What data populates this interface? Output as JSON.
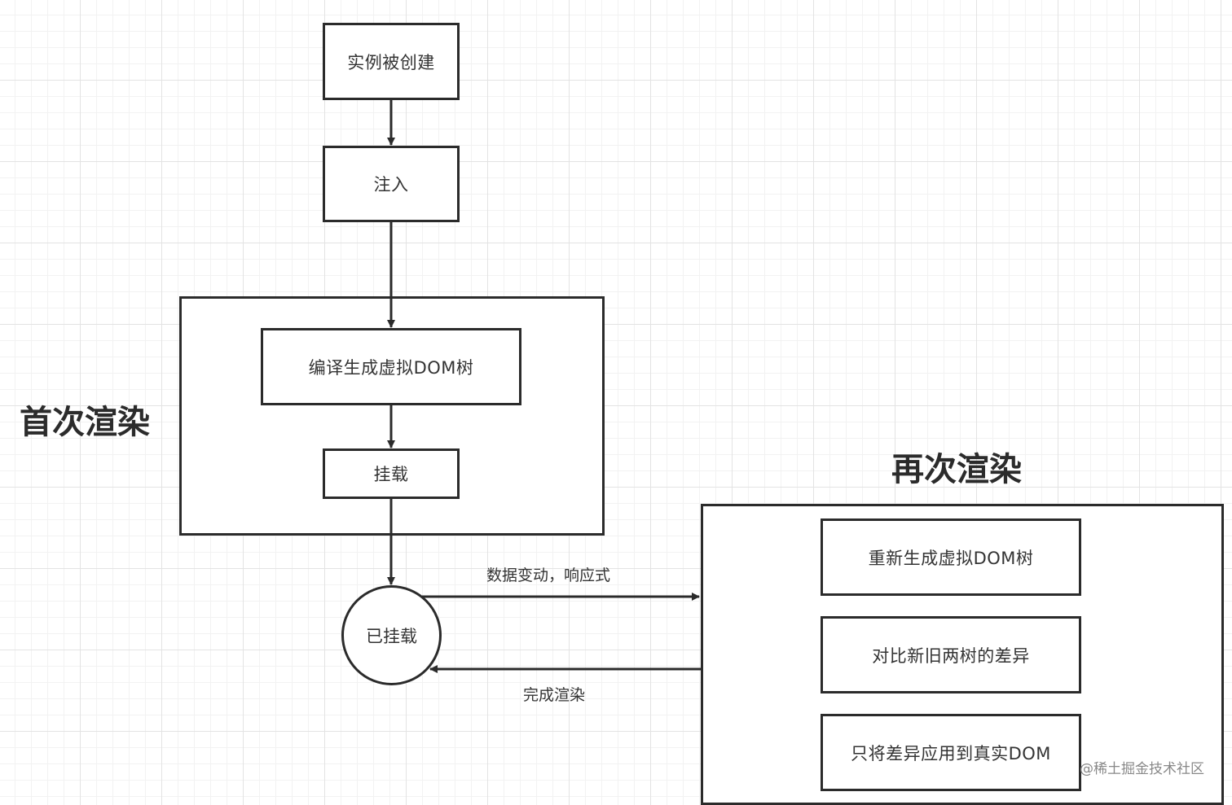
{
  "diagram": {
    "nodes": {
      "instance_created": "实例被创建",
      "inject": "注入",
      "compile_vdom": "编译生成虚拟DOM树",
      "mount": "挂载",
      "mounted": "已挂载",
      "regenerate_vdom": "重新生成虚拟DOM树",
      "diff_trees": "对比新旧两树的差异",
      "apply_diff": "只将差异应用到真实DOM"
    },
    "groups": {
      "first_render": "首次渲染",
      "re_render": "再次渲染"
    },
    "edges": {
      "data_change": "数据变动，响应式",
      "render_done": "完成渲染"
    },
    "watermark": "@稀土掘金技术社区"
  },
  "colors": {
    "stroke": "#2b2b2b",
    "grid": "#e3e3e3",
    "background": "#ffffff"
  }
}
